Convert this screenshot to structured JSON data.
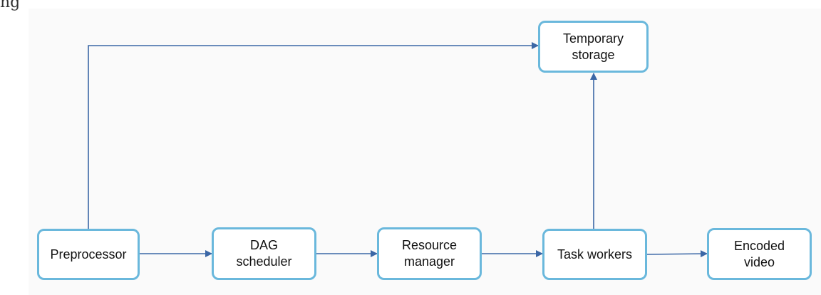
{
  "top_label": "ng",
  "colors": {
    "node_border": "#6ab8dc",
    "edge": "#3b67a6",
    "background": "#fafafa"
  },
  "nodes": {
    "temporary_storage": "Temporary\nstorage",
    "preprocessor": "Preprocessor",
    "dag_scheduler": "DAG\nscheduler",
    "resource_manager": "Resource\nmanager",
    "task_workers": "Task workers",
    "encoded_video": "Encoded\nvideo"
  },
  "edges": [
    {
      "from": "preprocessor",
      "to": "temporary_storage"
    },
    {
      "from": "preprocessor",
      "to": "dag_scheduler"
    },
    {
      "from": "dag_scheduler",
      "to": "resource_manager"
    },
    {
      "from": "resource_manager",
      "to": "task_workers"
    },
    {
      "from": "task_workers",
      "to": "temporary_storage"
    },
    {
      "from": "task_workers",
      "to": "encoded_video"
    }
  ]
}
